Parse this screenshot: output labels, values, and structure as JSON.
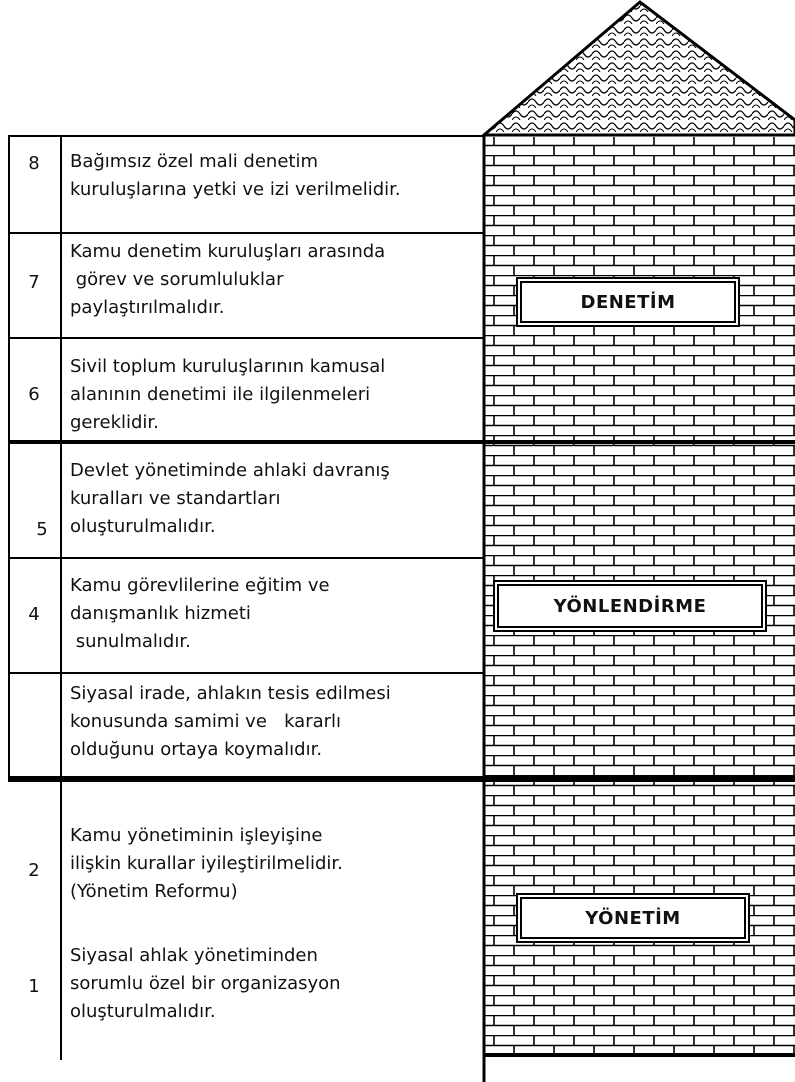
{
  "rows": [
    {
      "number": "8",
      "text": "Bağımsız özel mali denetim\nkuruluşlarına yetki ve izi verilmelidir."
    },
    {
      "number": "7",
      "text": "Kamu denetim kuruluşları arasında\n görev ve sorumluluklar\npaylaştırılmalıdır."
    },
    {
      "number": "6",
      "text": "Sivil toplum kuruluşlarının kamusal\nalanının denetimi ile ilgilenmeleri\ngereklidir."
    },
    {
      "number": "5",
      "text": "Devlet yönetiminde ahlaki davranış\nkuralları ve standartları\noluşturulmalıdır."
    },
    {
      "number": "4",
      "text": "Kamu görevlilerine eğitim ve\ndanışmanlık hizmeti\n sunulmalıdır."
    },
    {
      "number": "",
      "text": "Siyasal irade, ahlakın tesis edilmesi\nkonusunda samimi ve   kararlı\nolduğunu ortaya koymalıdır."
    },
    {
      "number": "2",
      "text": "Kamu yönetiminin işleyişine\nilişkin kurallar iyileştirilmelidir.\n(Yönetim Reformu)"
    },
    {
      "number": "1",
      "text": "Siyasal ahlak yönetiminden\nsorumlu özel bir organizasyon\noluşturulmalıdır."
    }
  ],
  "labels": {
    "denetim": "DENETİM",
    "yonlendirme": "YÖNLENDİRME",
    "yonetim": "YÖNETİM"
  }
}
